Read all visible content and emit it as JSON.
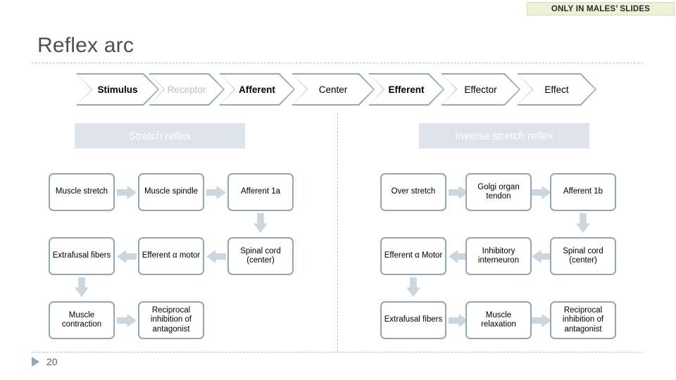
{
  "banner": {
    "text": "ONLY IN MALES’ SLIDES"
  },
  "slide": {
    "title": "Reflex arc",
    "page_number": "20",
    "nav_icon": "play-triangle-icon"
  },
  "colors": {
    "banner_bg": "#eef0d8",
    "outline": "#93a7b8",
    "arrow": "#ccd6df",
    "section_bg": "#dde4eb",
    "title_text": "#4a4f56"
  },
  "chevrons": [
    {
      "label": "Stimulus",
      "style": "bold"
    },
    {
      "label": "Receptor",
      "style": "muted"
    },
    {
      "label": "Afferent",
      "style": "bold"
    },
    {
      "label": "Center",
      "style": "plain"
    },
    {
      "label": "Efferent",
      "style": "plain"
    },
    {
      "label": "Effector",
      "style": "plain"
    },
    {
      "label": "Effect",
      "style": "plain"
    }
  ],
  "sections": [
    {
      "heading": "Stretch reflex"
    },
    {
      "heading": "Inverse stretch reflex"
    }
  ],
  "stretch_reflex": {
    "heading": "Stretch reflex",
    "row1": [
      "Muscle stretch",
      "Muscle spindle",
      "Afferent 1a"
    ],
    "row2": [
      "Extrafusal fibers",
      "Efferent α motor",
      "Spinal cord (center)"
    ],
    "row3": [
      "Muscle contraction",
      "Reciprocal inhibition of antagonist"
    ]
  },
  "inverse_stretch_reflex": {
    "heading": "Inverse stretch reflex",
    "row1": [
      "Over stretch",
      "Golgi organ tendon",
      "Afferent 1b"
    ],
    "row2": [
      "Efferent α Motor",
      "Inhibitory interneuron",
      "Spinal cord (center)"
    ],
    "row3": [
      "Extrafusal fibers",
      "Muscle relaxation",
      "Reciprocal inhibition of antagonist"
    ]
  }
}
